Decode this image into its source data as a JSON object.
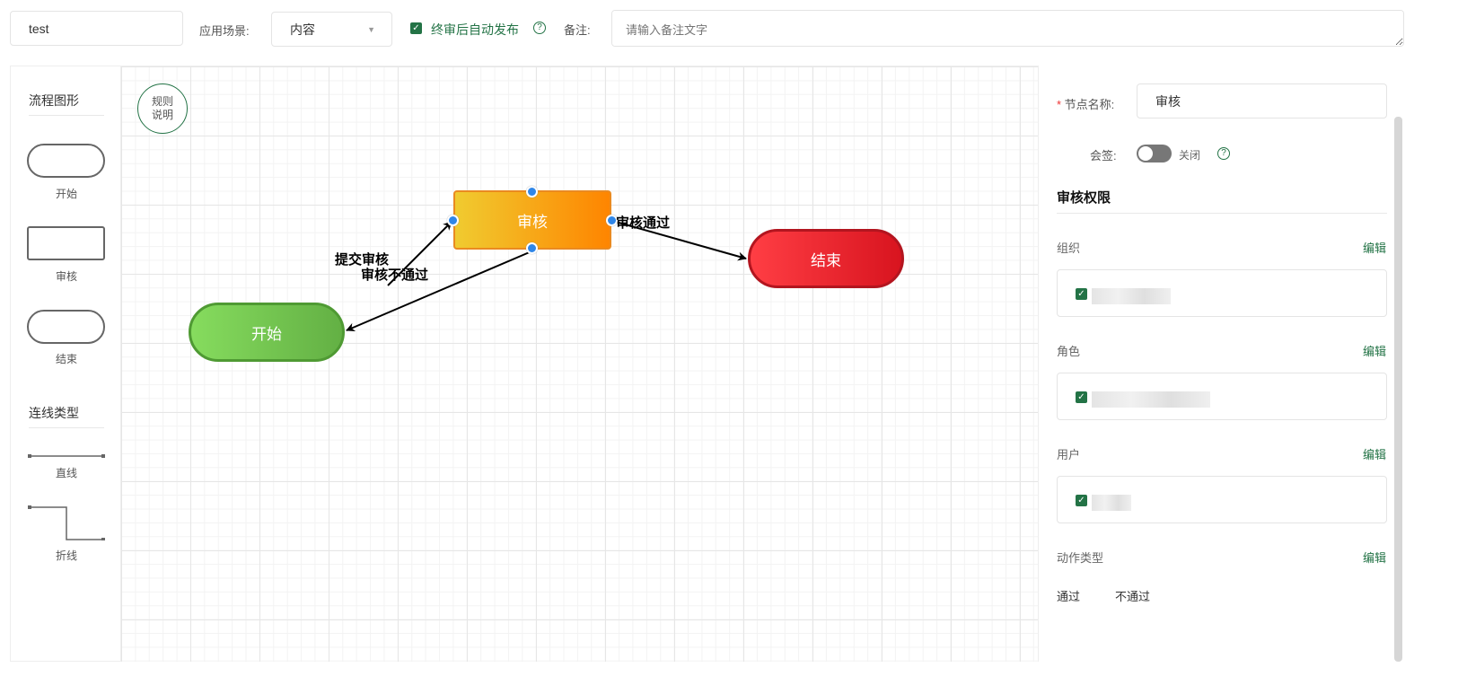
{
  "toolbar": {
    "name_value": "test",
    "scene_label": "应用场景:",
    "scene_value": "内容",
    "auto_publish_label": "终审后自动发布",
    "auto_publish_checked": true,
    "remark_label": "备注:",
    "remark_placeholder": "请输入备注文字"
  },
  "palette": {
    "shapes_title": "流程图形",
    "shapes": [
      "开始",
      "审核",
      "结束"
    ],
    "lines_title": "连线类型",
    "lines": [
      "直线",
      "折线"
    ]
  },
  "canvas": {
    "rules_button": "规则说明",
    "nodes": {
      "start": {
        "label": "开始",
        "color": "#6cc04a"
      },
      "review": {
        "label": "审核",
        "color": "#f7a21b"
      },
      "end": {
        "label": "结束",
        "color": "#e4252f"
      }
    },
    "edges": {
      "submit": "提交审核",
      "reject": "审核不通过",
      "pass": "审核通过"
    }
  },
  "panel": {
    "node_name_label": "节点名称:",
    "node_name_value": "审核",
    "countersign_label": "会签:",
    "countersign_on": false,
    "countersign_state": "关闭",
    "permissions_title": "审核权限",
    "groups": [
      {
        "label": "组织",
        "edit": "编辑"
      },
      {
        "label": "角色",
        "edit": "编辑"
      },
      {
        "label": "用户",
        "edit": "编辑"
      }
    ],
    "action_label": "动作类型",
    "action_edit": "编辑",
    "actions": [
      "通过",
      "不通过"
    ]
  },
  "colors": {
    "accent": "#237346",
    "port": "#2f86e8"
  }
}
